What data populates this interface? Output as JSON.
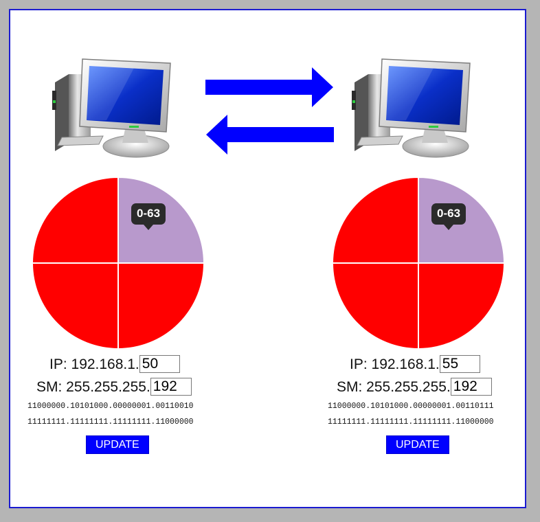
{
  "colors": {
    "slice_selected": "#b899cc",
    "slice_other": "#ff0000",
    "arrow": "#0000ff",
    "button_bg": "#0000ff",
    "frame_border": "#1a1ad0"
  },
  "arrows": {
    "top": "arrow-right-icon",
    "bottom": "arrow-left-icon"
  },
  "hosts": [
    {
      "icon": "desktop-computer-icon",
      "pie_tooltip": "0-63",
      "ip_prefix": "IP: 192.168.1.",
      "ip_last": "50",
      "sm_prefix": "SM: 255.255.255.",
      "sm_last": "192",
      "ip_binary": "11000000.10101000.00000001.00110010",
      "sm_binary": "11111111.11111111.11111111.11000000",
      "button": "UPDATE"
    },
    {
      "icon": "desktop-computer-icon",
      "pie_tooltip": "0-63",
      "ip_prefix": "IP: 192.168.1.",
      "ip_last": "55",
      "sm_prefix": "SM: 255.255.255.",
      "sm_last": "192",
      "ip_binary": "11000000.10101000.00000001.00110111",
      "sm_binary": "11111111.11111111.11111111.11000000",
      "button": "UPDATE"
    }
  ]
}
